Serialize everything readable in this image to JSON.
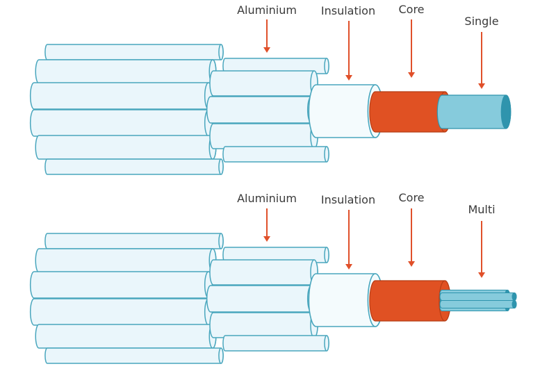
{
  "colors": {
    "strand_fill": "#eaf6fb",
    "strand_stroke": "#49a6bd",
    "insulation_fill": "#f4fbfd",
    "core_fill": "#e05123",
    "core_dark": "#b53d15",
    "conductor_fill": "#86cbdc",
    "conductor_dark": "#2f94ad",
    "arrow": "#e0502a",
    "label": "#3a3a3a"
  },
  "diagrams": [
    {
      "labels": {
        "aluminium": "Aluminium",
        "insulation": "Insulation",
        "core": "Core",
        "conductor": "Single"
      },
      "conductor_type": "single"
    },
    {
      "labels": {
        "aluminium": "Aluminium",
        "insulation": "Insulation",
        "core": "Core",
        "conductor": "Multi"
      },
      "conductor_type": "multi"
    }
  ]
}
